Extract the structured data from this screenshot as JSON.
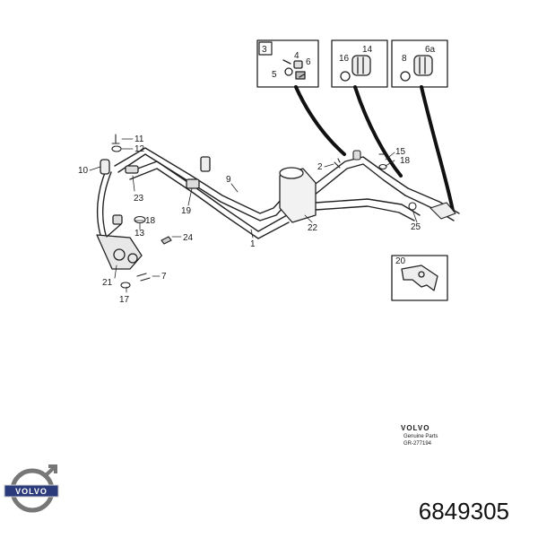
{
  "callouts": {
    "c1": "1",
    "c2": "2",
    "c3": "3",
    "c4": "4",
    "c5": "5",
    "c6": "6",
    "c6a": "6a",
    "c7": "7",
    "c8": "8",
    "c9": "9",
    "c10": "10",
    "c11": "11",
    "c12": "12",
    "c13": "13",
    "c14": "14",
    "c15": "15",
    "c16": "16",
    "c17": "17",
    "c18": "18",
    "c19": "19",
    "c20": "20",
    "c21": "21",
    "c22": "22",
    "c23": "23",
    "c24": "24",
    "c25": "25"
  },
  "stamp": {
    "brand": "VOLVO",
    "line1": "Genuine Parts",
    "code": "GR-277194"
  },
  "logo": {
    "text": "VOLVO"
  },
  "part_number": "6849305"
}
